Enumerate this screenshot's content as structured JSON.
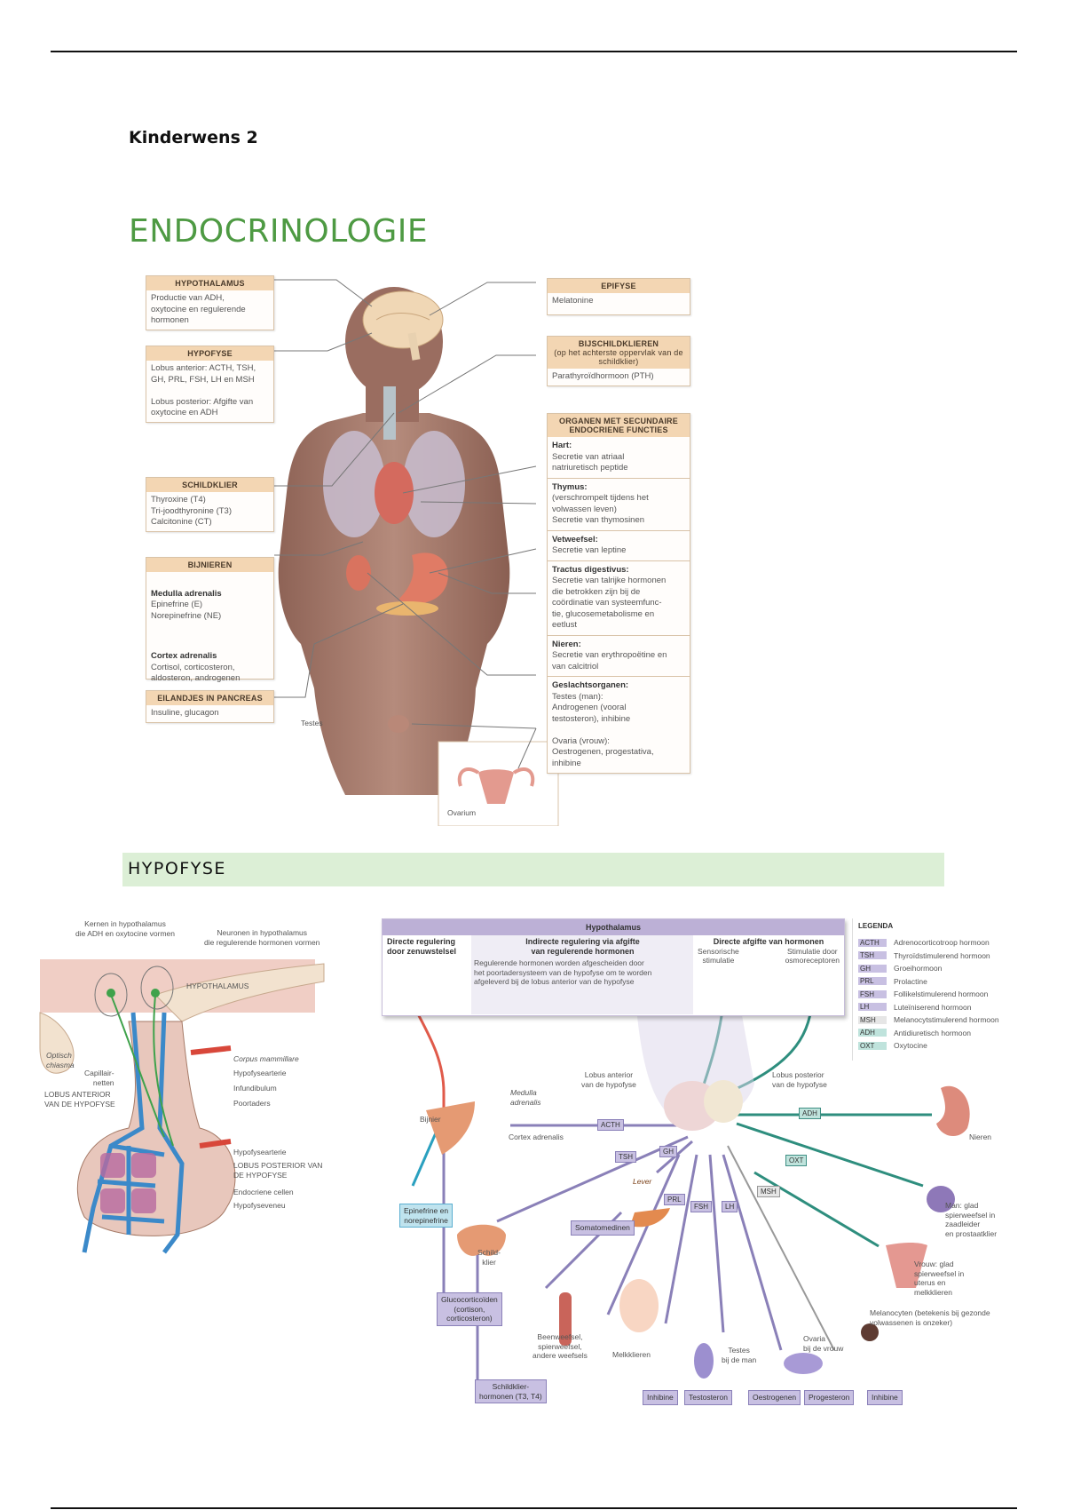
{
  "document": {
    "title": "Kinderwens 2",
    "section_1": "ENDOCRINOLOGIE",
    "section_2": "HYPOFYSE",
    "colors": {
      "section_heading": "#4e9a43",
      "section_bar": "#dcefd6",
      "box_header": "#f3d6b3",
      "hormone_tag": "#c8c0e2",
      "posterior_tag": "#bfe3dc"
    }
  },
  "body_figure": {
    "left_boxes": [
      {
        "title": "HYPOTHALAMUS",
        "body": "Productie van ADH,\noxytocine en regulerende\nhormonen"
      },
      {
        "title": "HYPOFYSE",
        "body": "Lobus anterior: ACTH, TSH,\nGH, PRL, FSH, LH en MSH\n\nLobus posterior: Afgifte van\noxytocine en ADH"
      },
      {
        "title": "SCHILDKLIER",
        "body": "Thyroxine (T4)\nTri-joodthyronine (T3)\nCalcitonine (CT)"
      },
      {
        "title": "BIJNIEREN",
        "sections": [
          {
            "heading": "Medulla adrenalis",
            "text": "Epinefrine (E)\nNorepinefrine (NE)"
          },
          {
            "heading": "Cortex adrenalis",
            "text": "Cortisol, corticosteron,\naldosteron, androgenen"
          }
        ]
      },
      {
        "title": "EILANDJES IN PANCREAS",
        "body": "Insuline, glucagon"
      }
    ],
    "right_boxes": [
      {
        "title": "EPIFYSE",
        "body": "Melatonine"
      },
      {
        "title": "BIJSCHILDKLIEREN",
        "subtitle": "(op het achterste oppervlak van de schildklier)",
        "body": "Parathyroïdhormoon (PTH)"
      },
      {
        "title": "ORGANEN MET SECUNDAIRE ENDOCRIENE FUNCTIES",
        "sections": [
          {
            "heading": "Hart:",
            "text": "Secretie van atriaal\nnatriuretisch peptide"
          },
          {
            "heading": "Thymus:",
            "text": "(verschrompelt tijdens het\nvolwassen leven)\nSecretie van thymosinen"
          },
          {
            "heading": "Vetweefsel:",
            "text": "Secretie van leptine"
          },
          {
            "heading": "Tractus digestivus:",
            "text": "Secretie van talrijke hormonen\ndie betrokken zijn bij de\ncoördinatie van systeemfunc-\ntie, glucosemetabolisme en\neetlust"
          },
          {
            "heading": "Nieren:",
            "text": "Secretie van erythropoëtine en\nvan calcitriol"
          },
          {
            "heading": "Geslachtsorganen:",
            "text": "Testes (man):\nAndrogenen (vooral\ntestosteron), inhibine\n\nOvaria (vrouw):\nOestrogenen, progestativa,\ninhibine"
          }
        ]
      }
    ],
    "labels": {
      "testes": "Testes",
      "ovarium": "Ovarium"
    }
  },
  "pituitary_anatomy": {
    "labels": [
      "Kernen in hypothalamus\ndie ADH en oxytocine vormen",
      "Neuronen in hypothalamus\ndie regulerende hormonen vormen",
      "HYPOTHALAMUS",
      "Optisch\nchiasma",
      "Corpus mammillare",
      "Capillair-\nnetten",
      "Hypofysearterie",
      "LOBUS ANTERIOR\nVAN DE HYPOFYSE",
      "Infundibulum",
      "Poortaders",
      "Hypofysearterie",
      "LOBUS POSTERIOR VAN\nDE HYPOFYSE",
      "Endocriene cellen",
      "Hypofyseveneu"
    ]
  },
  "pituitary_targets": {
    "panel_title": "Hypothalamus",
    "columns": [
      {
        "heading": "Directe regulering\ndoor zenuwstelsel"
      },
      {
        "heading": "Indirecte regulering via afgifte\nvan regulerende hormonen",
        "text": "Regulerende hormonen worden afgescheiden door\nhet poortadersysteem van de hypofyse om te worden\nafgeleverd bij de lobus anterior van de hypofyse"
      },
      {
        "heading": "Directe afgifte van hormonen",
        "sub": [
          "Sensorische\nstimulatie",
          "Stimulatie door\nosmoreceptoren"
        ]
      }
    ],
    "legend": {
      "title": "LEGENDA",
      "items": [
        {
          "abbr": "ACTH",
          "name": "Adrenocorticotroop hormoon",
          "group": "anterior"
        },
        {
          "abbr": "TSH",
          "name": "Thyroïdstimulerend hormoon",
          "group": "anterior"
        },
        {
          "abbr": "GH",
          "name": "Groeihormoon",
          "group": "anterior"
        },
        {
          "abbr": "PRL",
          "name": "Prolactine",
          "group": "anterior"
        },
        {
          "abbr": "FSH",
          "name": "Follikelstimulerend hormoon",
          "group": "anterior"
        },
        {
          "abbr": "LH",
          "name": "Luteïniserend hormoon",
          "group": "anterior"
        },
        {
          "abbr": "MSH",
          "name": "Melanocytstimulerend hormoon",
          "group": "intermediate"
        },
        {
          "abbr": "ADH",
          "name": "Antidiuretisch hormoon",
          "group": "posterior"
        },
        {
          "abbr": "OXT",
          "name": "Oxytocine",
          "group": "posterior"
        }
      ]
    },
    "labels": {
      "lobus_anterior": "Lobus anterior\nvan de hypofyse",
      "lobus_posterior": "Lobus posterior\nvan de hypofyse",
      "bijnier": "Bijnier",
      "medulla": "Medulla\nadrenalis",
      "cortex": "Cortex adrenalis",
      "lever": "Lever",
      "schildklier": "Schild-\nklier",
      "bone": "Beenweefsel,\nspierweefsel,\nandere weefsels",
      "melkklieren": "Melkklieren",
      "testes": "Testes\nbij de man",
      "ovaria": "Ovaria\nbij de vrouw",
      "nieren": "Nieren",
      "man_smooth": "Man: glad\nspierweefsel in\nzaadleider\nen prostaatklier",
      "vrouw_smooth": "Vrouw: glad\nspierweefsel in\nuterus en\nmelkklieren",
      "melanocyten": "Melanocyten (betekenis bij gezonde\nvolwassenen is onzeker)"
    },
    "tags": {
      "ACTH": "ACTH",
      "TSH": "TSH",
      "GH": "GH",
      "PRL": "PRL",
      "FSH": "FSH",
      "LH": "LH",
      "MSH": "MSH",
      "ADH": "ADH",
      "OXT": "OXT"
    },
    "outputs": {
      "epinefrine": "Epinefrine en\nnorepinefrine",
      "glucocorticoiden": "Glucocorticoïden\n(cortison,\ncorticosteron)",
      "somatomedinen": "Somatomedinen",
      "schildklierhormonen": "Schildklier-\nhormonen (T3, T4)",
      "inhibine_m": "Inhibine",
      "testosteron": "Testosteron",
      "oestrogenen": "Oestrogenen",
      "progesteron": "Progesteron",
      "inhibine_v": "Inhibine"
    }
  }
}
